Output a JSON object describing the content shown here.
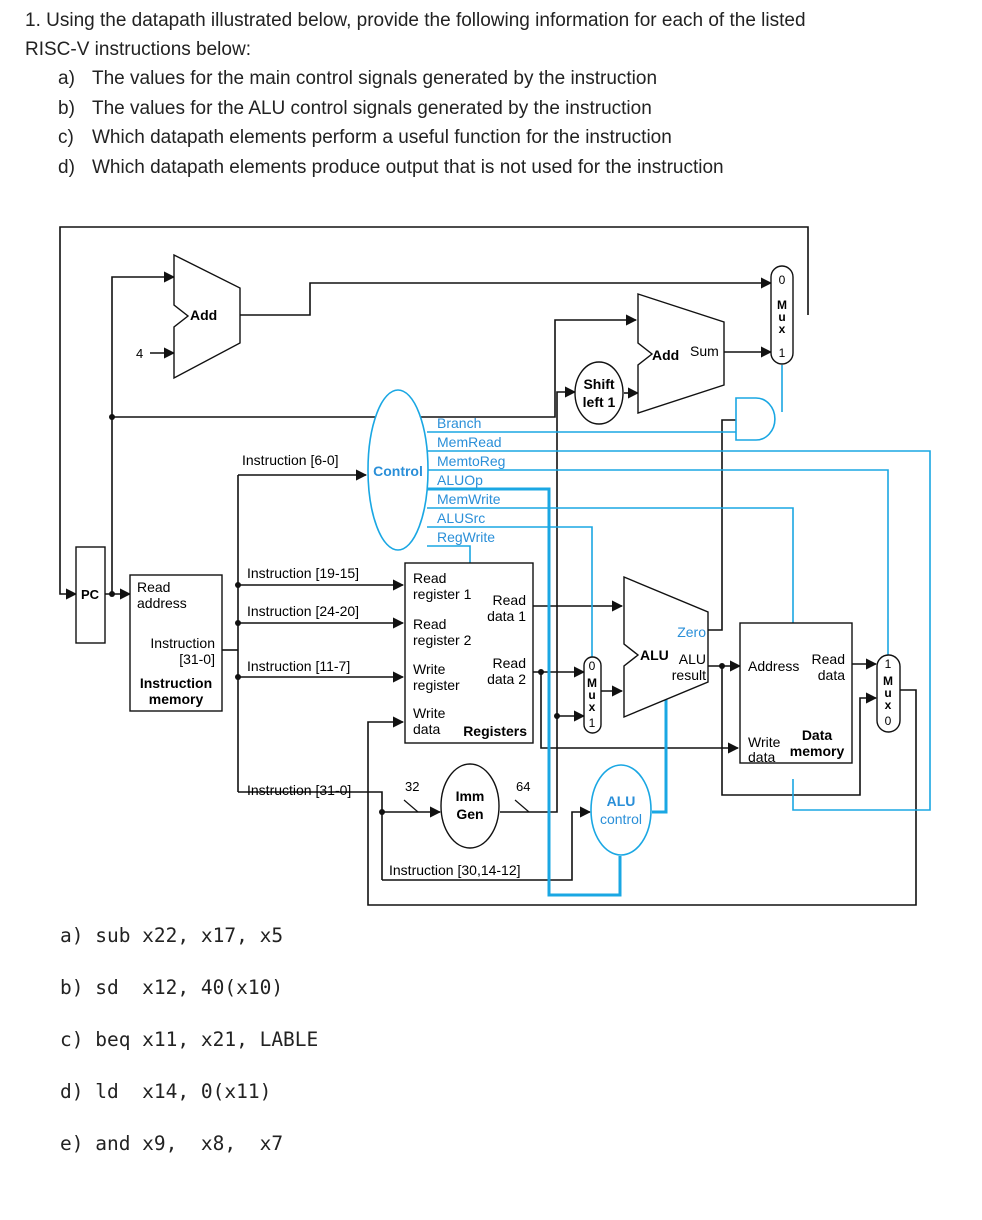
{
  "question": {
    "intro_line1": "1. Using the datapath illustrated below, provide the following information for each of the listed",
    "intro_line2": "RISC-V instructions below:",
    "items": [
      {
        "letter": "a)",
        "text": "The values for the main control signals generated by the instruction"
      },
      {
        "letter": "b)",
        "text": "The values for the ALU control signals generated by the instruction"
      },
      {
        "letter": "c)",
        "text": "Which datapath elements perform a useful function for the instruction"
      },
      {
        "letter": "d)",
        "text": "Which datapath elements produce output that is not used for the instruction"
      }
    ]
  },
  "diagram": {
    "pc": "PC",
    "add_top": "Add",
    "const_4": "4",
    "read_address": [
      "Read",
      "address"
    ],
    "instruction_out": [
      "Instruction",
      "[31-0]"
    ],
    "instruction_memory": [
      "Instruction",
      "memory"
    ],
    "instr_fields": {
      "opcode": "Instruction [6-0]",
      "rs1": "Instruction [19-15]",
      "rs2": "Instruction [24-20]",
      "rd": "Instruction [11-7]",
      "all": "Instruction [31-0]",
      "alu_ctrl_bits": "Instruction [30,14-12]"
    },
    "control": "Control",
    "control_signals": [
      "Branch",
      "MemRead",
      "MemtoReg",
      "ALUOp",
      "MemWrite",
      "ALUSrc",
      "RegWrite"
    ],
    "registers": {
      "read_register_1": [
        "Read",
        "register 1"
      ],
      "read_register_2": [
        "Read",
        "register 2"
      ],
      "write_register": [
        "Write",
        "register"
      ],
      "write_data": [
        "Write",
        "data"
      ],
      "read_data_1": [
        "Read",
        "data 1"
      ],
      "read_data_2": [
        "Read",
        "data 2"
      ],
      "title": "Registers"
    },
    "imm_gen": [
      "Imm",
      "Gen"
    ],
    "bits_32": "32",
    "bits_64": "64",
    "shift_left": [
      "Shift",
      "left 1"
    ],
    "add_branch": "Add",
    "sum": "Sum",
    "mux_letters": [
      "M",
      "u",
      "x"
    ],
    "mux_0": "0",
    "mux_1": "1",
    "alu": "ALU",
    "zero": "Zero",
    "alu_result": [
      "ALU",
      "result"
    ],
    "alu_control": [
      "ALU",
      "control"
    ],
    "data_memory": {
      "address": "Address",
      "read_data": [
        "Read",
        "data"
      ],
      "write_data": [
        "Write",
        "data"
      ],
      "title": [
        "Data",
        "memory"
      ]
    },
    "colors": {
      "control_line": "#1aa7e3",
      "control_text": "#2a8fd8",
      "wire": "#111111"
    }
  },
  "instructions": [
    "a) sub x22, x17, x5",
    "b) sd  x12, 40(x10)",
    "c) beq x11, x21, LABLE",
    "d) ld  x14, 0(x11)",
    "e) and x9,  x8,  x7"
  ]
}
